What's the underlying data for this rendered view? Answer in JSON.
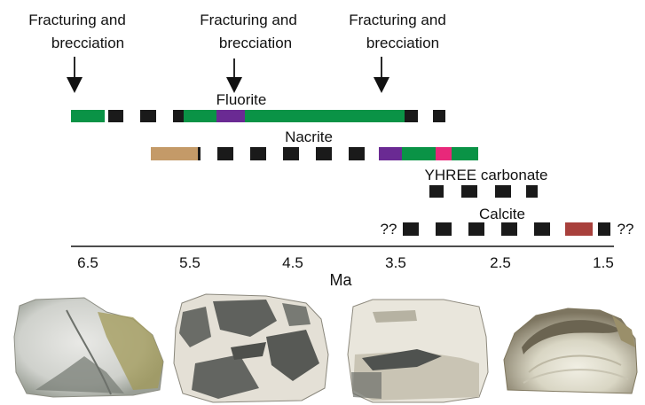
{
  "events": [
    {
      "label_line1": "Fracturing and",
      "label_line2": "brecciation",
      "age": 6.5
    },
    {
      "label_line1": "Fracturing and",
      "label_line2": "brecciation",
      "age": 5.1
    },
    {
      "label_line1": "Fracturing and",
      "label_line2": "brecciation",
      "age": 3.45
    }
  ],
  "minerals": [
    {
      "name": "Fluorite"
    },
    {
      "name": "Nacrite"
    },
    {
      "name": "YHREE carbonate"
    },
    {
      "name": "Calcite"
    }
  ],
  "unknown_marks": [
    "??",
    "??"
  ],
  "axis": {
    "title": "Ma",
    "ticks": [
      "6.5",
      "5.5",
      "4.5",
      "3.5",
      "2.5",
      "1.5"
    ]
  },
  "colors": {
    "green": "#0a9346",
    "purple": "#6a2a93",
    "tan": "#c49a68",
    "pink": "#e8287a",
    "red": "#a8403c",
    "black": "#1a1a1a"
  },
  "photos": [
    {
      "name": "sample-photo-1"
    },
    {
      "name": "sample-photo-2"
    },
    {
      "name": "sample-photo-3"
    },
    {
      "name": "sample-photo-4"
    }
  ]
}
